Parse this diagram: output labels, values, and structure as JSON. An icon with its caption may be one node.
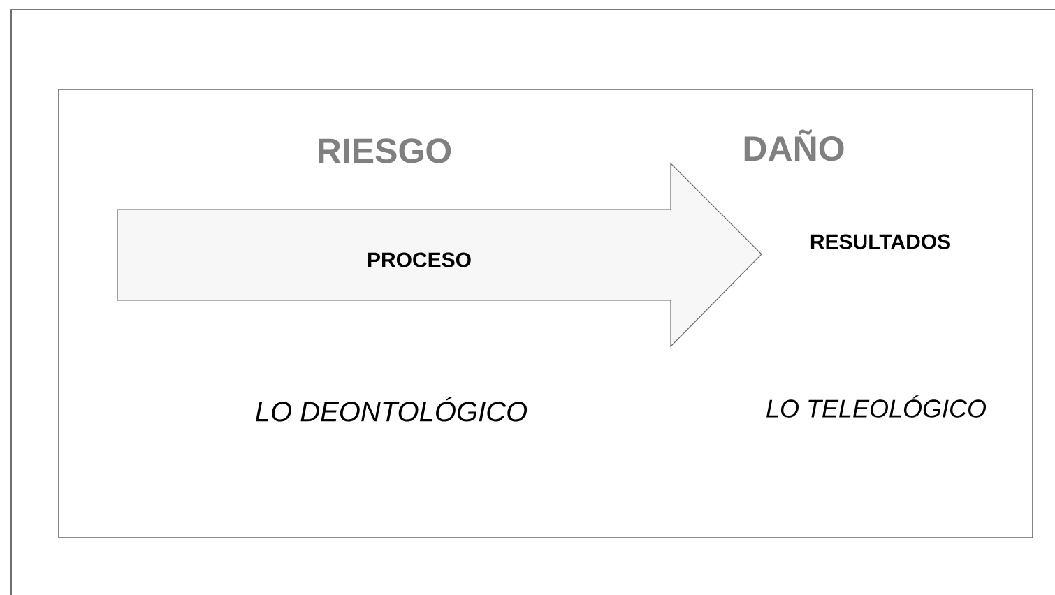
{
  "diagram": {
    "nodes": [
      {
        "text": [
          "PROCESO"
        ]
      }
    ],
    "labels": [
      "RIESGO",
      "DAÑO",
      "RESULTADOS",
      "LO DEONTOLÓGICO",
      "LO TELEOLÓGICO"
    ]
  }
}
